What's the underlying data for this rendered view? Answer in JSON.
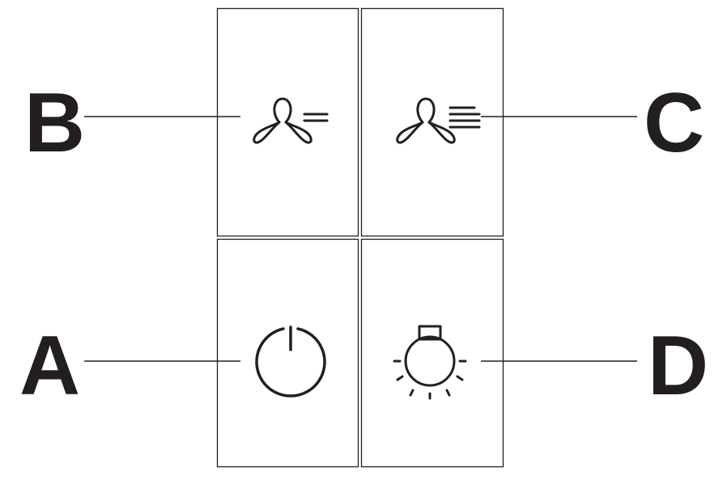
{
  "diagram": {
    "colors": {
      "stroke": "#231f20",
      "background": "#ffffff"
    },
    "buttons": [
      {
        "id": "A",
        "icon": "power-icon",
        "function": "power"
      },
      {
        "id": "B",
        "icon": "fan-speed-low-icon",
        "function": "fan-low"
      },
      {
        "id": "C",
        "icon": "fan-speed-high-icon",
        "function": "fan-high"
      },
      {
        "id": "D",
        "icon": "light-bulb-icon",
        "function": "light"
      }
    ],
    "labels": {
      "a": "A",
      "b": "B",
      "c": "C",
      "d": "D"
    }
  }
}
